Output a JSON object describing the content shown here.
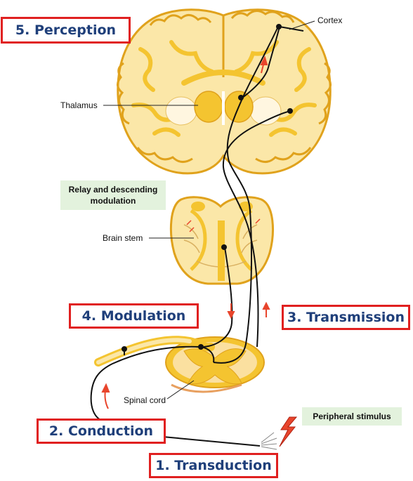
{
  "stages": {
    "perception": "5.  Perception",
    "modulation": "4.  Modulation",
    "transmission": "3. Transmission",
    "conduction": "2. Conduction",
    "transduction": "1. Transduction"
  },
  "labels": {
    "cortex": "Cortex",
    "thalamus": "Thalamus",
    "relay_descending": "Relay and descending modulation",
    "brain_stem": "Brain stem",
    "spinal_cord": "Spinal cord",
    "peripheral_stimulus": "Peripheral stimulus"
  },
  "colors": {
    "box_border": "#e02020",
    "box_text": "#1f3f7a",
    "tissue_fill": "#fbe7a8",
    "tissue_outline": "#e0a21c",
    "grey_matter": "#f4c430",
    "pathway": "#111111",
    "arrow": "#e8452c",
    "highlight_bg": "#e3f2dd"
  }
}
